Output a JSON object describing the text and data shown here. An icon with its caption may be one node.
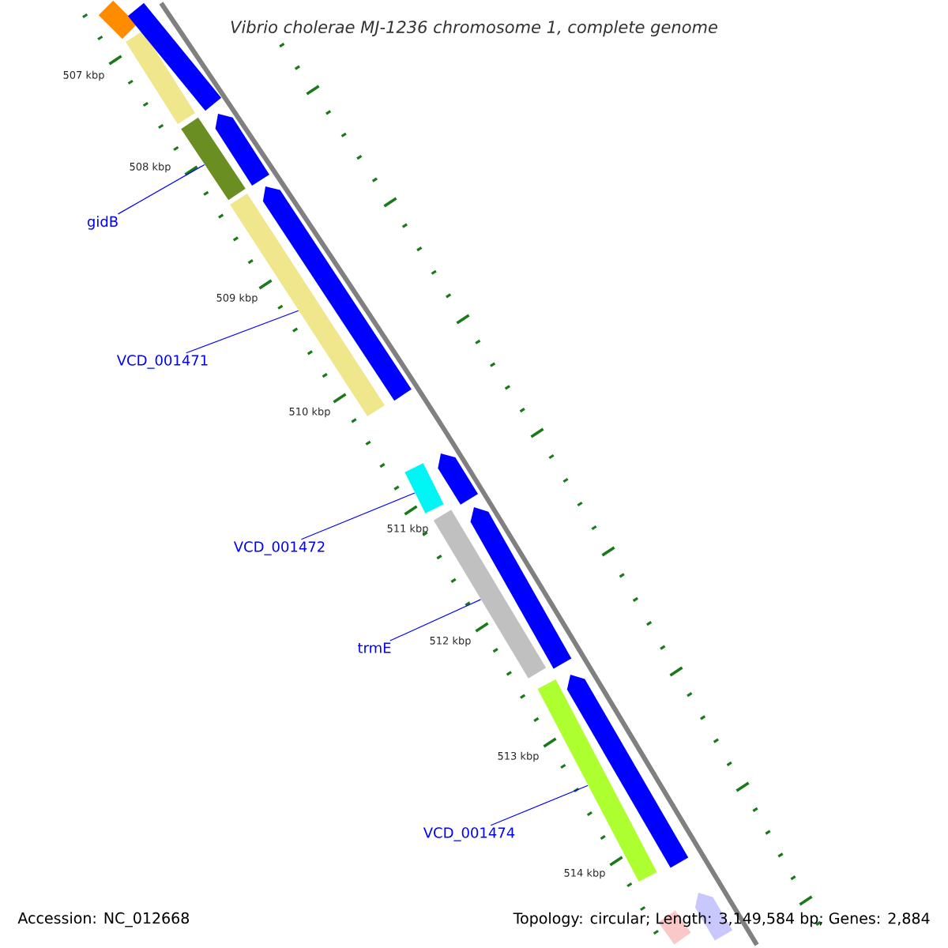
{
  "diagram": {
    "title": "Vibrio cholerae MJ-1236 chromosome 1, complete genome",
    "nodes": [
      {
        "text": [
          "gidB"
        ]
      },
      {
        "text": [],
        "shape": "bar"
      },
      {
        "text": [
          "VCD_001471"
        ]
      },
      {
        "text": [],
        "shape": "bar"
      },
      {
        "text": [
          "VCD_001472"
        ]
      },
      {
        "text": [],
        "shape": "bar"
      },
      {
        "text": [
          "trmE"
        ]
      },
      {
        "text": [],
        "shape": "bar"
      },
      {
        "text": [
          "VCD_001474"
        ]
      },
      {
        "text": [],
        "shape": "bar"
      }
    ],
    "edges": [
      {
        "from": 0,
        "to": 1,
        "arrow": "none"
      },
      {
        "from": 2,
        "to": 3,
        "arrow": "none"
      },
      {
        "from": 4,
        "to": 5,
        "arrow": "none"
      },
      {
        "from": 6,
        "to": 7,
        "arrow": "none"
      },
      {
        "from": 8,
        "to": 9,
        "arrow": "none"
      }
    ],
    "labels": [
      "507 kbp",
      "508 kbp",
      "509 kbp",
      "510 kbp",
      "511 kbp",
      "512 kbp",
      "513 kbp",
      "514 kbp",
      "Accession: NC_012668",
      "Topology: circular; Length: 3,149,584 bp; Genes: 2,884"
    ]
  }
}
